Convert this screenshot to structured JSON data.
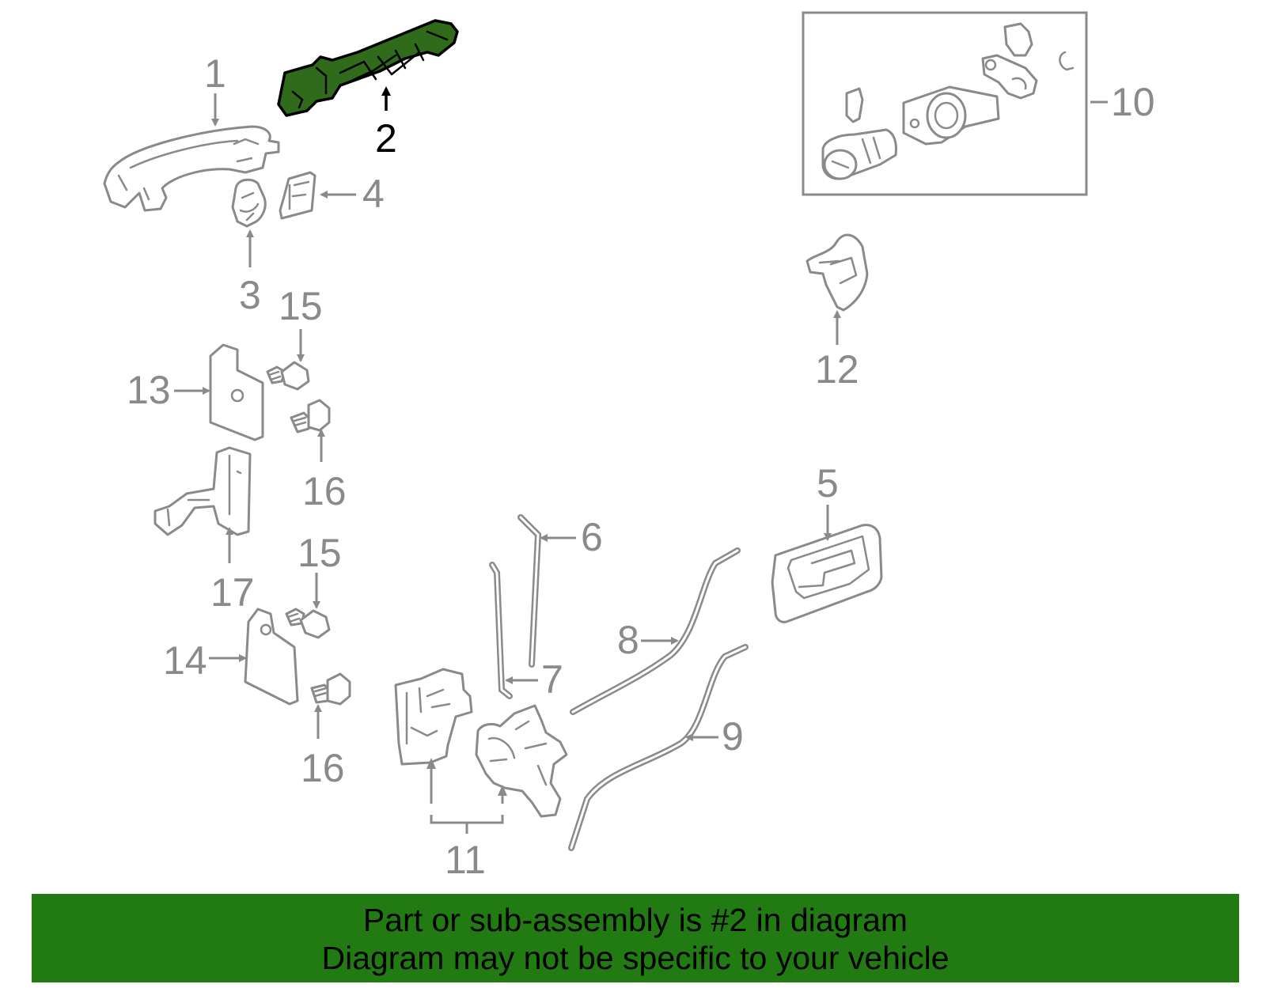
{
  "callouts": {
    "n1": "1",
    "n2": "2",
    "n3": "3",
    "n4": "4",
    "n5": "5",
    "n6": "6",
    "n7": "7",
    "n8": "8",
    "n9": "9",
    "n10": "10",
    "n11": "11",
    "n12": "12",
    "n13": "13",
    "n14": "14",
    "n15a": "15",
    "n15b": "15",
    "n16a": "16",
    "n16b": "16",
    "n17": "17"
  },
  "highlighted_part": "2",
  "banner": {
    "line1": "Part or sub-assembly is #2 in diagram",
    "line2": "Diagram may not be specific to your vehicle"
  },
  "colors": {
    "highlight_fill": "#2f6b1a",
    "banner_background": "#217a12",
    "part_outline": "#8a8a8a"
  }
}
